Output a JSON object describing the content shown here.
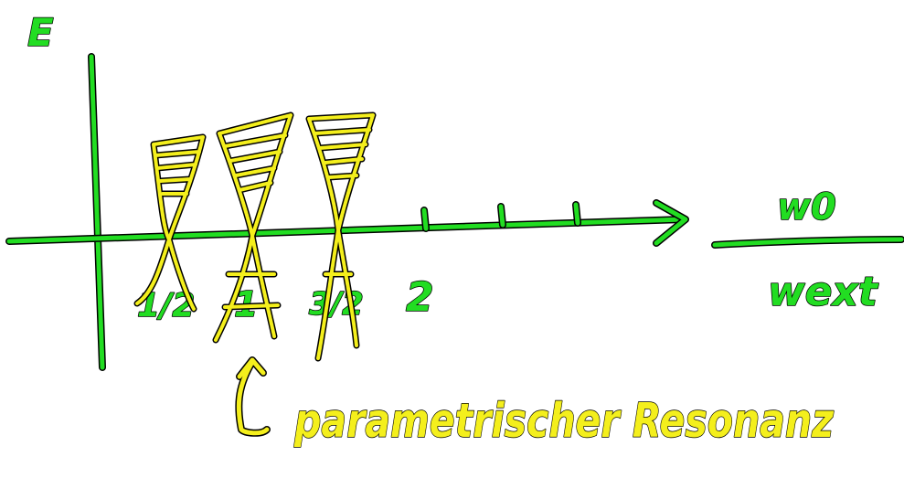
{
  "labels": {
    "y_axis": "E",
    "ticks": [
      "1/2",
      "1",
      "3/2",
      "2"
    ],
    "ratio_numerator": "w0",
    "ratio_denominator": "wext",
    "annotation": "parametrischer Resonanz"
  },
  "colors": {
    "axes": "#22dd22",
    "regions": "#f4ef1c",
    "outline": "#000000",
    "background": "#ffffff"
  }
}
